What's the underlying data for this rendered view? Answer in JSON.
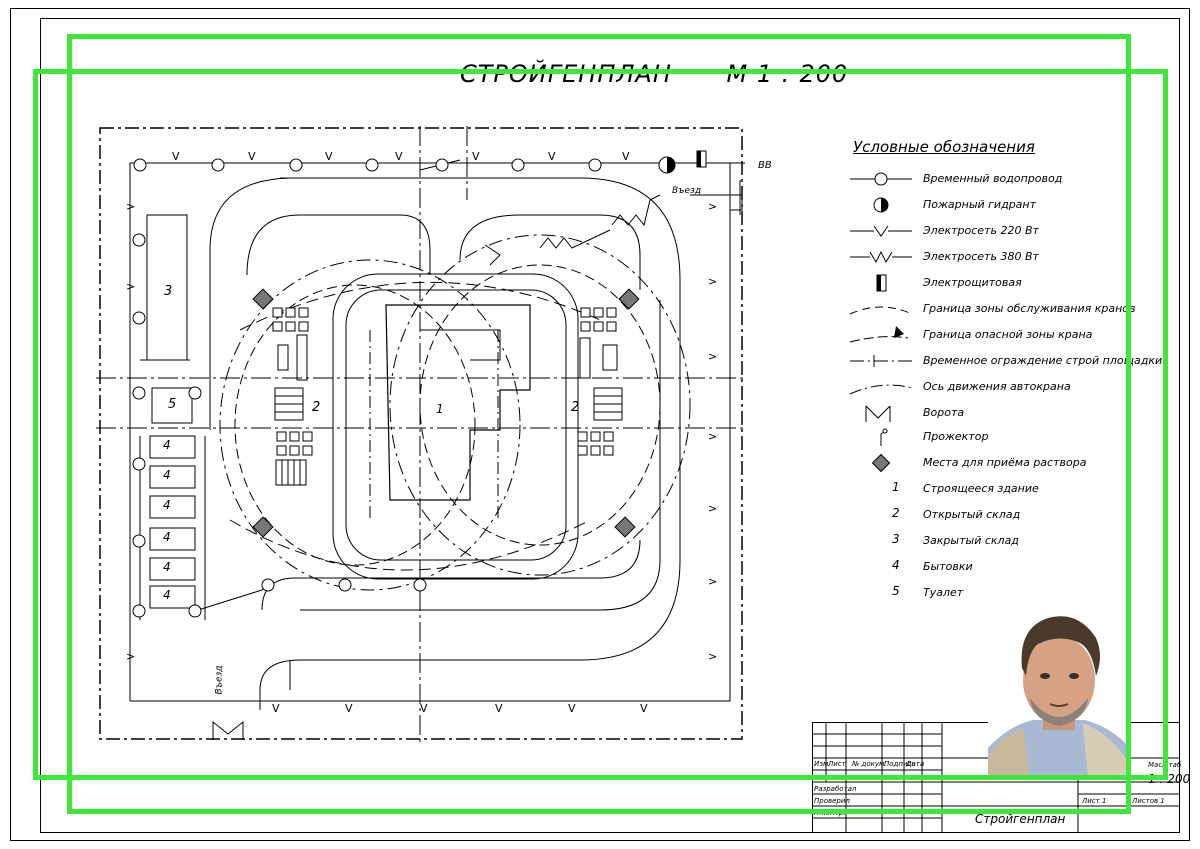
{
  "title": {
    "text": "СТРОЙГЕНПЛАН",
    "scale": "М 1 : 200"
  },
  "legend": {
    "heading": "Условные обозначения",
    "items": [
      {
        "num": "",
        "text": "Временный водопровод",
        "icon": "pipe-circle-icon"
      },
      {
        "num": "",
        "text": "Пожарный гидрант",
        "icon": "hydrant-icon"
      },
      {
        "num": "",
        "text": "Электросеть 220 Вт",
        "icon": "v-line-icon"
      },
      {
        "num": "",
        "text": "Электросеть 380 Вт",
        "icon": "w-line-icon"
      },
      {
        "num": "",
        "text": "Электрощитовая",
        "icon": "switchboard-icon"
      },
      {
        "num": "",
        "text": "Граница зоны обслуживания кранов",
        "icon": "dash-arc-icon"
      },
      {
        "num": "",
        "text": "Граница опасной зоны крана",
        "icon": "flag-arc-icon"
      },
      {
        "num": "",
        "text": "Временное ограждение строй площадки",
        "icon": "fence-line-icon"
      },
      {
        "num": "",
        "text": "Ось движения автокрана",
        "icon": "dashdot-arc-icon"
      },
      {
        "num": "",
        "text": "Ворота",
        "icon": "gate-icon"
      },
      {
        "num": "",
        "text": "Прожектор",
        "icon": "floodlight-icon"
      },
      {
        "num": "",
        "text": "Места для приёма раствора",
        "icon": "mortar-icon"
      },
      {
        "num": "1",
        "text": "Строящееся здание",
        "icon": ""
      },
      {
        "num": "2",
        "text": "Открытый склад",
        "icon": ""
      },
      {
        "num": "3",
        "text": "Закрытый склад",
        "icon": ""
      },
      {
        "num": "4",
        "text": "Бытовки",
        "icon": ""
      },
      {
        "num": "5",
        "text": "Туалет",
        "icon": ""
      }
    ]
  },
  "plan_labels": {
    "vv": "ВВ",
    "entry": "Въезд",
    "entry2": "Въезд",
    "bldg1": "1",
    "store2_left": "2",
    "store2_right": "2",
    "store3": "3",
    "toilet5": "5",
    "huts": [
      "4",
      "4",
      "4",
      "4",
      "4",
      "4"
    ]
  },
  "stamp": {
    "col_headers": [
      "Изм.",
      "Лист",
      "№ докум.",
      "Подпись",
      "Дата"
    ],
    "rows": [
      "Разработал",
      "Проверил",
      "Н.контр."
    ],
    "sheet": "Лист 1",
    "sheets": "Листов 1",
    "scale": "1 : 200",
    "sheet_title": "Стройгенплан",
    "mass_label": "Масштаб"
  },
  "overlay": {
    "color": "#3ee83a"
  }
}
